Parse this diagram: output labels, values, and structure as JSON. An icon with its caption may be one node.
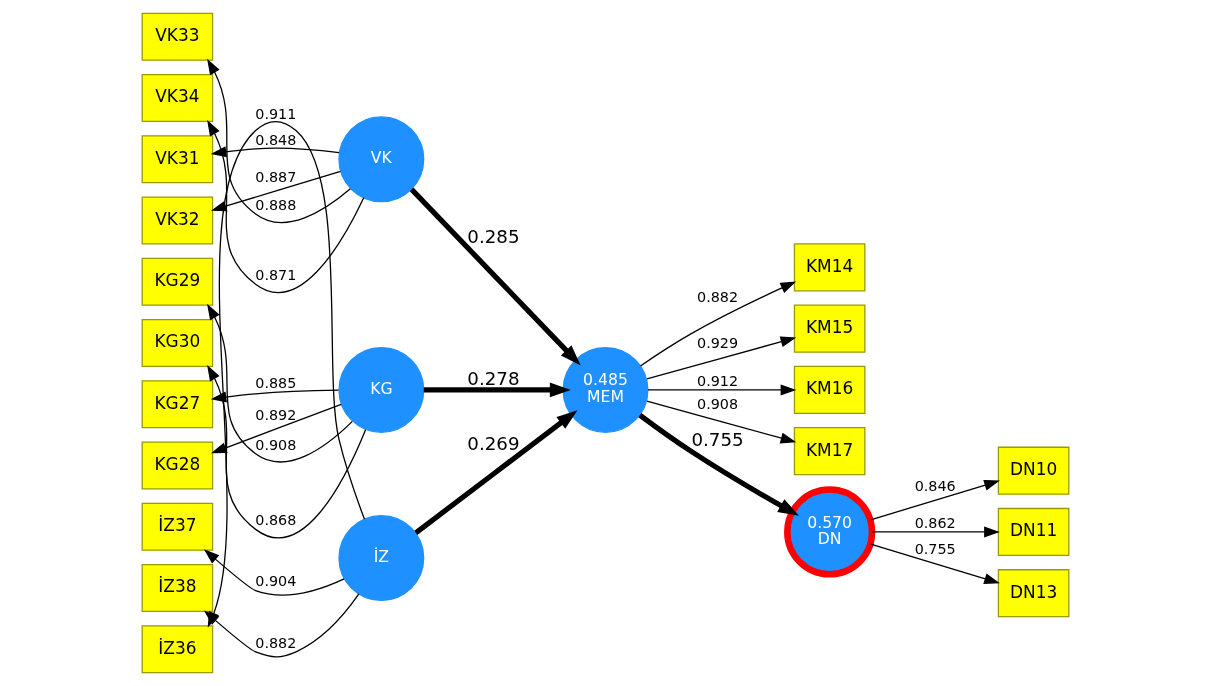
{
  "diagram": {
    "nodes": [
      {
        "text": [
          "İZ36"
        ]
      },
      {
        "text": [
          "İZ37"
        ]
      },
      {
        "text": [
          "İZ38"
        ]
      },
      {
        "text": [
          "İZ"
        ]
      },
      {
        "text": [
          "VK31"
        ]
      },
      {
        "text": [
          "VK32"
        ]
      },
      {
        "text": [
          "VK33"
        ]
      },
      {
        "text": [
          "VK34"
        ]
      },
      {
        "text": [
          "VK"
        ]
      },
      {
        "text": [
          "KG27"
        ]
      },
      {
        "text": [
          "KG28"
        ]
      },
      {
        "text": [
          "KG29"
        ]
      },
      {
        "text": [
          "KG30"
        ]
      },
      {
        "text": [
          "KG"
        ]
      },
      {
        "text": [
          "KM14"
        ]
      },
      {
        "text": [
          "KM15"
        ]
      },
      {
        "text": [
          "KM16"
        ]
      },
      {
        "text": [
          "KM17"
        ]
      },
      {
        "text": [
          "0.485",
          "MEM"
        ]
      },
      {
        "text": [
          "0.570",
          "DN"
        ]
      },
      {
        "text": [
          "DN10"
        ]
      },
      {
        "text": [
          "DN11"
        ]
      },
      {
        "text": [
          "DN13"
        ]
      }
    ],
    "edges": [
      {
        "from": 3,
        "to": 0,
        "arrow": "to",
        "label": "0.911"
      },
      {
        "from": 3,
        "to": 1,
        "arrow": "to",
        "label": "0.904"
      },
      {
        "from": 3,
        "to": 2,
        "arrow": "to",
        "label": "0.882"
      },
      {
        "from": 8,
        "to": 4,
        "arrow": "to",
        "label": "0.848"
      },
      {
        "from": 8,
        "to": 5,
        "arrow": "to",
        "label": "0.887"
      },
      {
        "from": 8,
        "to": 6,
        "arrow": "to",
        "label": "0.888"
      },
      {
        "from": 8,
        "to": 7,
        "arrow": "to",
        "label": "0.871"
      },
      {
        "from": 13,
        "to": 9,
        "arrow": "to",
        "label": "0.885"
      },
      {
        "from": 13,
        "to": 10,
        "arrow": "to",
        "label": "0.892"
      },
      {
        "from": 13,
        "to": 11,
        "arrow": "to",
        "label": "0.908"
      },
      {
        "from": 13,
        "to": 12,
        "arrow": "to",
        "label": "0.868"
      },
      {
        "from": 18,
        "to": 14,
        "arrow": "to",
        "label": "0.882"
      },
      {
        "from": 18,
        "to": 15,
        "arrow": "to",
        "label": "0.929"
      },
      {
        "from": 18,
        "to": 16,
        "arrow": "to",
        "label": "0.912"
      },
      {
        "from": 18,
        "to": 17,
        "arrow": "to",
        "label": "0.908"
      },
      {
        "from": 19,
        "to": 20,
        "arrow": "to",
        "label": "0.846"
      },
      {
        "from": 19,
        "to": 21,
        "arrow": "to",
        "label": "0.862"
      },
      {
        "from": 19,
        "to": 22,
        "arrow": "to",
        "label": "0.755"
      },
      {
        "from": 3,
        "to": 18,
        "arrow": "to",
        "label": "0.269",
        "style": "thick"
      },
      {
        "from": 8,
        "to": 18,
        "arrow": "to",
        "label": "0.285",
        "style": "thick"
      },
      {
        "from": 13,
        "to": 18,
        "arrow": "to",
        "label": "0.278",
        "style": "thick"
      },
      {
        "from": 18,
        "to": 19,
        "arrow": "to",
        "label": "0.755",
        "style": "thick"
      }
    ]
  }
}
